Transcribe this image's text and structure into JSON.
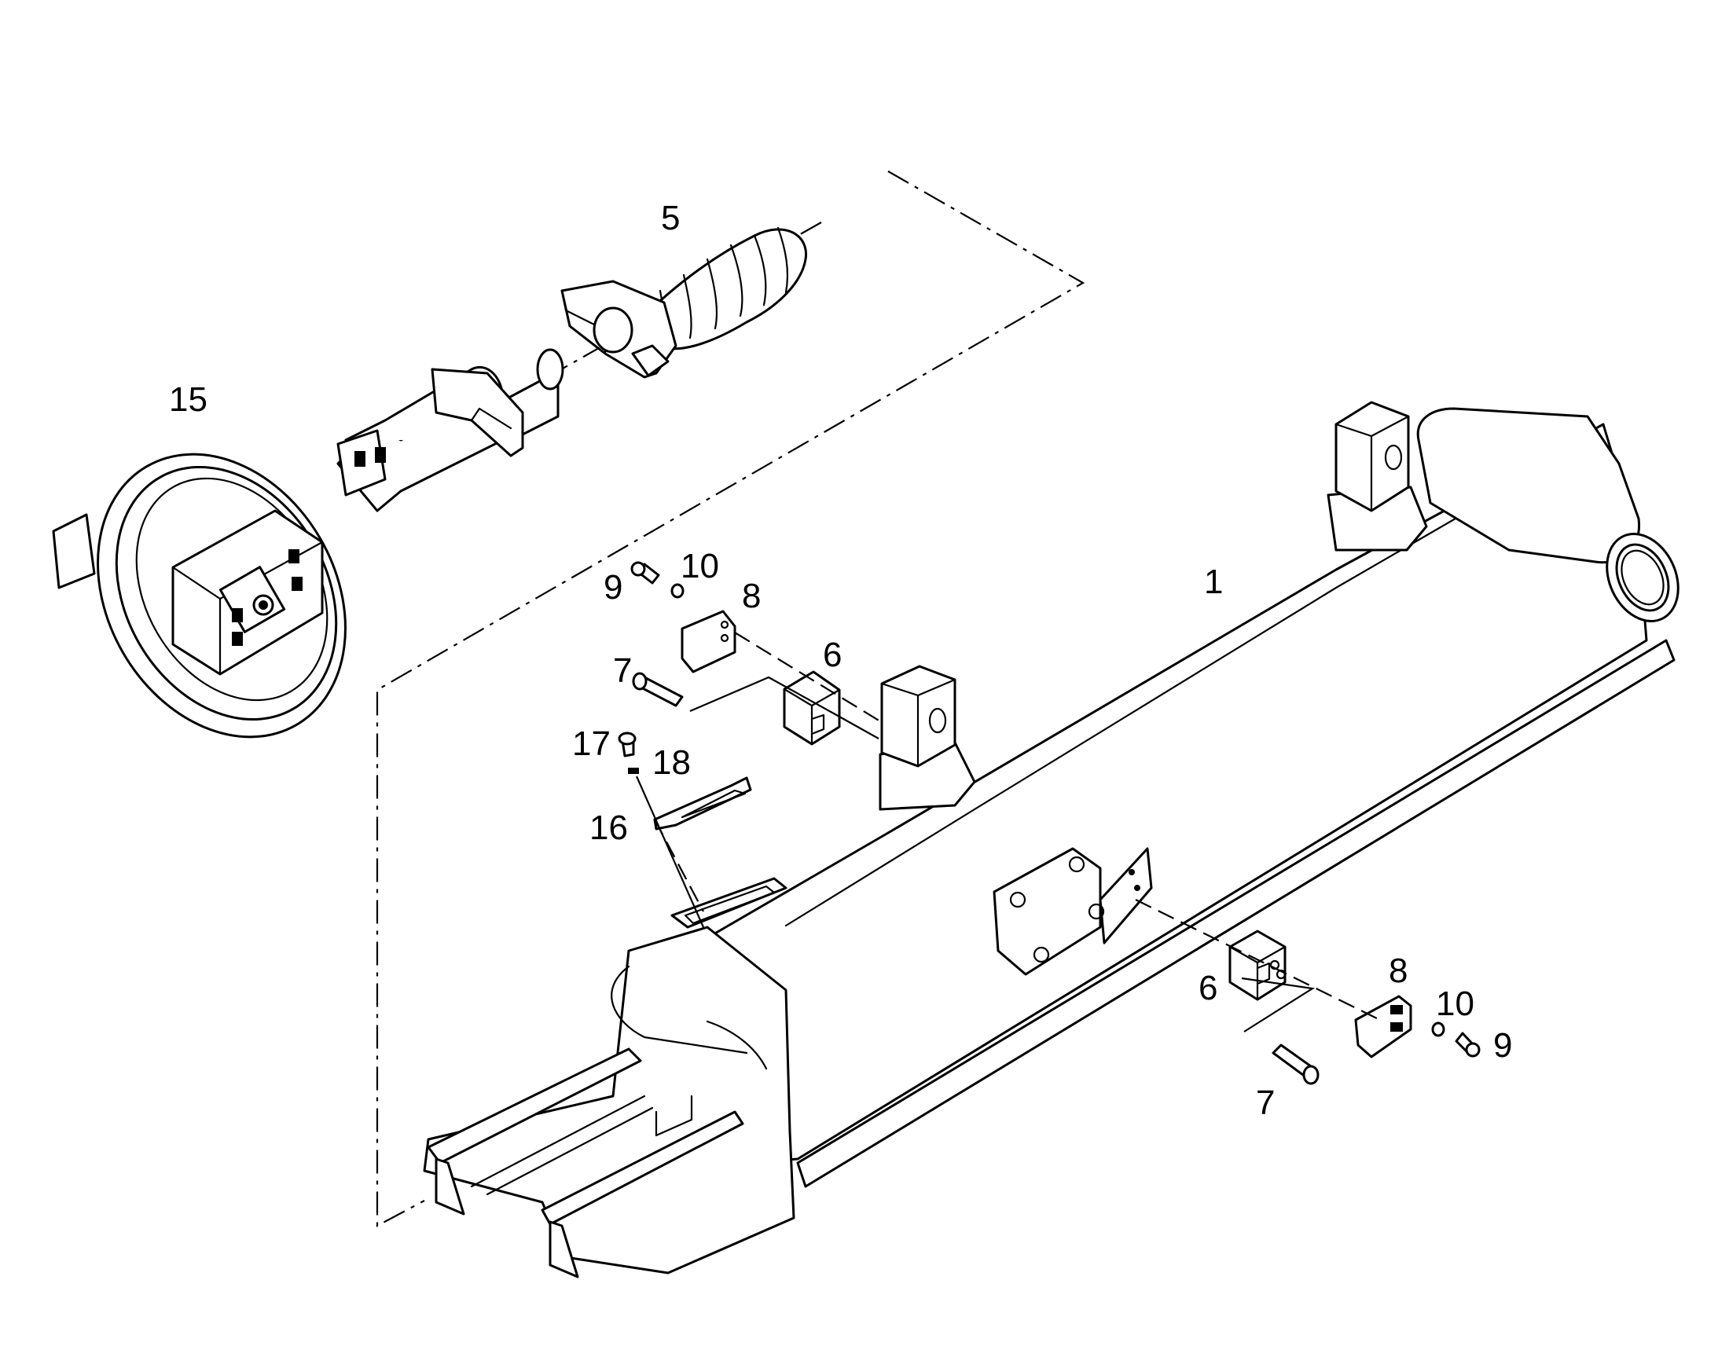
{
  "callouts": {
    "part_1": "1",
    "part_5": "5",
    "part_6_upper": "6",
    "part_6_lower": "6",
    "part_7_upper": "7",
    "part_7_lower": "7",
    "part_8_upper": "8",
    "part_8_lower": "8",
    "part_9_upper": "9",
    "part_9_lower": "9",
    "part_10_upper": "10",
    "part_10_lower": "10",
    "part_15": "15",
    "part_16": "16",
    "part_17": "17",
    "part_18": "18"
  },
  "colors": {
    "line": "#000000",
    "background": "#ffffff"
  }
}
